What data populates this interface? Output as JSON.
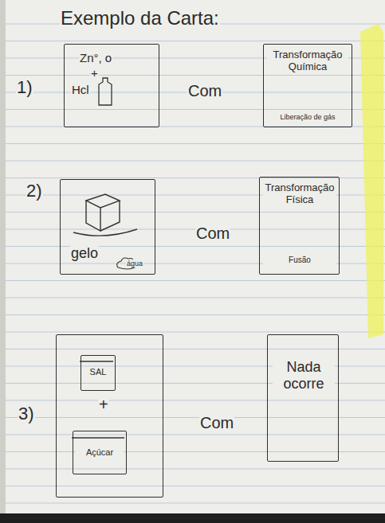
{
  "diagram": {
    "title": "Exemplo da Carta:",
    "nodes": [
      {
        "text": [
          "Zn°, o",
          "+",
          "Hcl"
        ]
      },
      {
        "text": [
          "Transformação Química",
          "Liberação de gás"
        ]
      },
      {
        "text": [
          "gelo",
          "água"
        ]
      },
      {
        "text": [
          "Transformação Física",
          "Fusão"
        ]
      },
      {
        "text": [
          "+"
        ]
      },
      {
        "text": [
          "SAL"
        ],
        "in": 4
      },
      {
        "text": [
          "Açúcar"
        ],
        "in": 4
      },
      {
        "text": [
          "Nada ocorre"
        ]
      }
    ],
    "labels": [
      "1)",
      "Com",
      "2)",
      "Com",
      "3)",
      "Com"
    ]
  }
}
